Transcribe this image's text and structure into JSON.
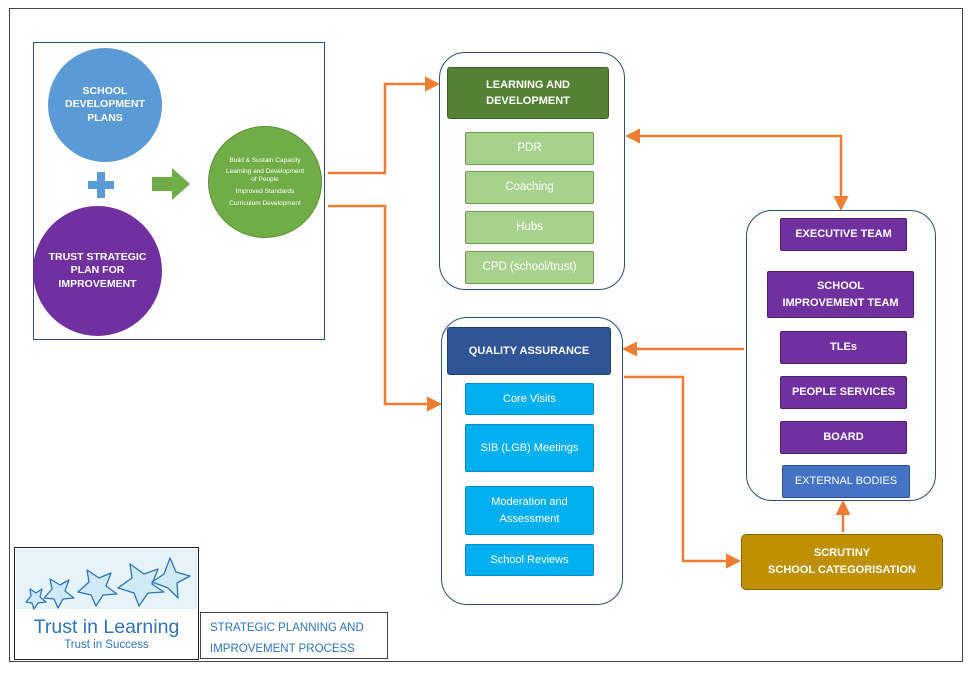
{
  "diagram": {
    "inputs": {
      "school_development_plans": "SCHOOL\nDEVELOPMENT\nPLANS",
      "trust_strategic_plan": "TRUST STRATEGIC\nPLAN FOR\nIMPROVEMENT",
      "outcomes": [
        "Build & Sustain Capacity",
        "Learning and Development of People",
        "Improved Standards",
        "Curriculum Development"
      ]
    },
    "learning_and_development": {
      "title": "LEARNING AND\nDEVELOPMENT",
      "items": [
        "PDR",
        "Coaching",
        "Hubs",
        "CPD (school/trust)"
      ]
    },
    "quality_assurance": {
      "title": "QUALITY ASSURANCE",
      "items": [
        "Core Visits",
        "SIB (LGB) Meetings",
        "Moderation and\nAssessment",
        "School Reviews"
      ]
    },
    "executive_group": {
      "items": [
        "EXECUTIVE TEAM",
        "SCHOOL\nIMPROVEMENT TEAM",
        "TLEs",
        "PEOPLE SERVICES",
        "BOARD"
      ],
      "external": "EXTERNAL BODIES"
    },
    "scrutiny": "SCRUTINY\nSCHOOL CATEGORISATION",
    "connector_color": "#ed7d31"
  },
  "logo": {
    "name": "Trust in Learning",
    "tagline": "Trust in Success"
  },
  "caption": "STRATEGIC PLANNING AND\nIMPROVEMENT PROCESS"
}
